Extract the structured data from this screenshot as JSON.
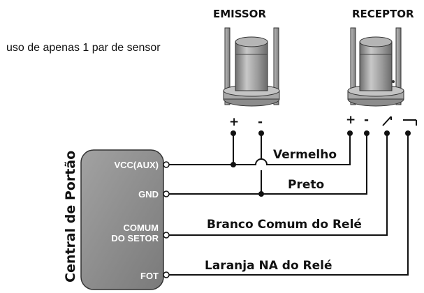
{
  "header": {
    "note": "uso de apenas 1 par de sensor",
    "emitter_title": "EMISSOR",
    "receiver_title": "RECEPTOR"
  },
  "emitter": {
    "plus": "+",
    "minus": "-"
  },
  "receiver": {
    "plus": "+",
    "minus": "-"
  },
  "panel": {
    "title": "Central de Portão",
    "terminals": [
      {
        "id": "vcc",
        "label": "VCC(AUX)"
      },
      {
        "id": "gnd",
        "label": "GND"
      },
      {
        "id": "comum",
        "label_line1": "COMUM",
        "label_line2": "DO SETOR"
      },
      {
        "id": "fot",
        "label": "FOT"
      }
    ]
  },
  "wires": {
    "vermelho": "Vermelho",
    "preto": "Preto",
    "branco": "Branco Comum do Relé",
    "laranja": "Laranja NA  do Relé"
  },
  "colors": {
    "panel_fill": "#8a8a8a",
    "sensor_body": "#9a9a9a",
    "ink": "#111111"
  }
}
